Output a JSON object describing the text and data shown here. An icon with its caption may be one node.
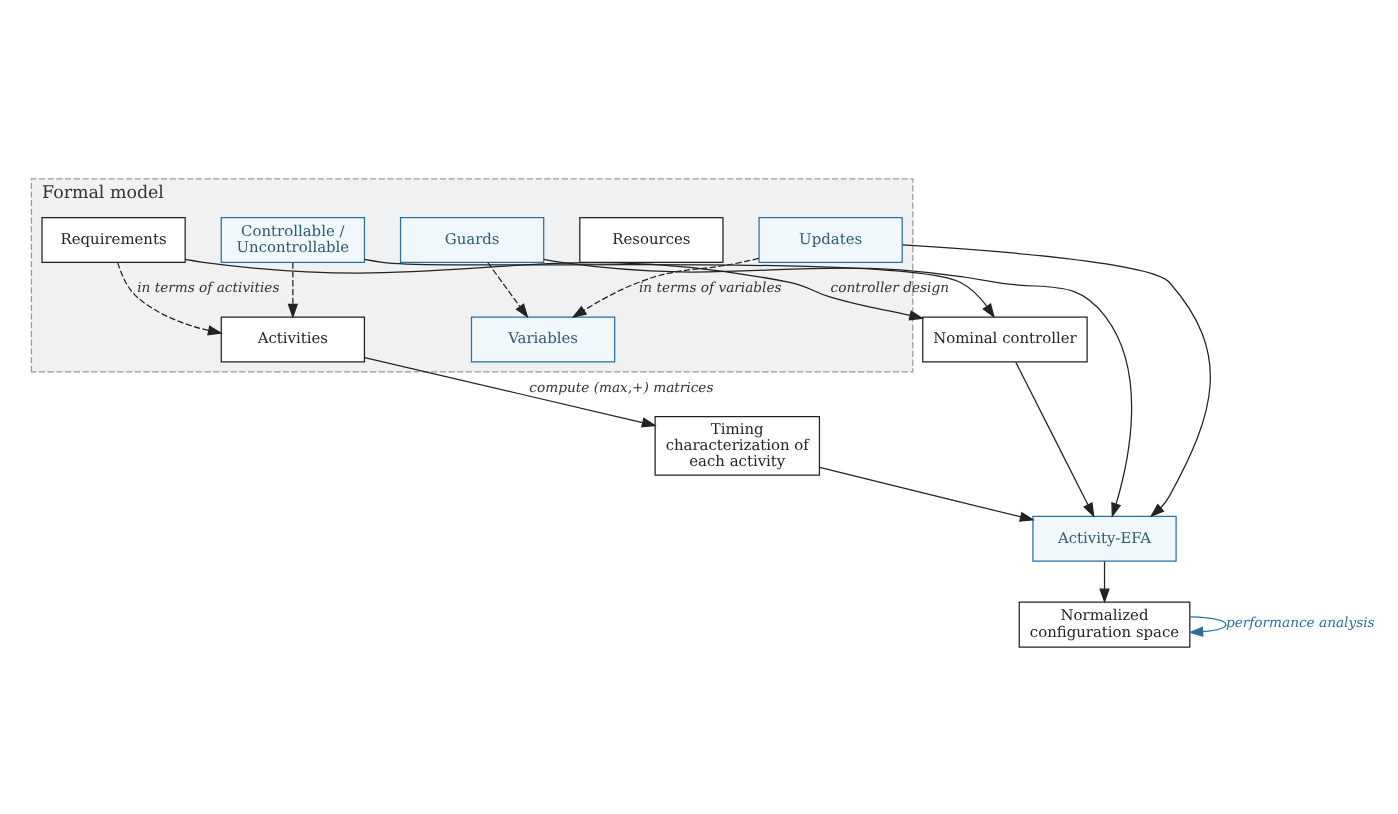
{
  "diagram": {
    "nodes": [
      {
        "text": [
          "Formal model"
        ]
      },
      {
        "text": [
          "Requirements"
        ],
        "in": 0
      },
      {
        "text": [
          "Resources"
        ],
        "in": 0
      },
      {
        "text": [
          "Variables"
        ],
        "in": 0
      },
      {
        "text": [
          "Controllable / Uncontrollable"
        ],
        "in": 0
      },
      {
        "text": [
          "Activities"
        ],
        "in": 0
      },
      {
        "text": [
          "Guards"
        ],
        "in": 0
      },
      {
        "text": [
          "Updates"
        ],
        "in": 0
      },
      {
        "text": [
          "Timing characterization of each activity"
        ]
      },
      {
        "text": [
          "Nominal controller"
        ]
      },
      {
        "text": [
          "Activity-EFA"
        ]
      },
      {
        "text": [
          "Normalized configuration space"
        ]
      }
    ],
    "edges": [
      {
        "from": 1,
        "to": 5,
        "arrow": "to",
        "style": "dashed",
        "label": "in terms of activities"
      },
      {
        "from": 4,
        "to": 5,
        "arrow": "to",
        "style": "dashed"
      },
      {
        "from": 7,
        "to": 3,
        "arrow": "to",
        "style": "dashed",
        "label": "in terms of variables"
      },
      {
        "from": 6,
        "to": 3,
        "arrow": "to",
        "style": "dashed"
      },
      {
        "from": 5,
        "to": 8,
        "arrow": "to",
        "label": "compute (max,+) matrices"
      },
      {
        "from": 8,
        "to": 10,
        "arrow": "to"
      },
      {
        "from": 7,
        "to": 10,
        "arrow": "to"
      },
      {
        "from": 6,
        "to": 10,
        "arrow": "to"
      },
      {
        "from": 1,
        "to": 9,
        "arrow": "to",
        "label": "controller design"
      },
      {
        "from": 4,
        "to": 9,
        "arrow": "to"
      },
      {
        "from": 9,
        "to": 10,
        "arrow": "to"
      },
      {
        "from": 10,
        "to": 11,
        "arrow": "to"
      },
      {
        "from": 11,
        "to": 11,
        "arrow": "to",
        "color": "#2a6fa0",
        "label": "performance analysis"
      }
    ]
  }
}
